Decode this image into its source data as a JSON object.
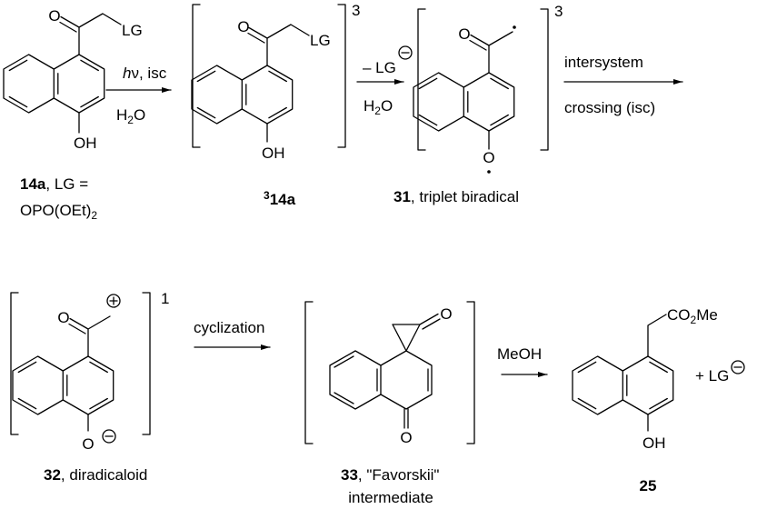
{
  "atoms": {
    "O": "O",
    "LG": "LG",
    "OH": "OH"
  },
  "spin": {
    "triplet": "3",
    "singlet": "1"
  },
  "arrows": {
    "step1": {
      "line1_italic": "h",
      "line1_rest": "ν, isc",
      "line2_main": "H",
      "line2_sub": "2",
      "line2_end": "O"
    },
    "step2": {
      "line1": "– LG",
      "line2_main": "H",
      "line2_sub": "2",
      "line2_end": "O"
    },
    "step3": {
      "line1": "intersystem",
      "line2": "crossing (isc)"
    },
    "step4": {
      "line1": "cyclization"
    },
    "step5": {
      "line1": "MeOH"
    }
  },
  "compounds": {
    "c14a": {
      "id": "14a",
      "rest": ", LG =",
      "lg_main": "OPO(OEt)",
      "lg_sub": "2"
    },
    "c314a": {
      "sup": "3",
      "id": "14a"
    },
    "c31": {
      "id": "31",
      "rest": ", triplet biradical"
    },
    "c32": {
      "id": "32",
      "rest": ", diradicaloid"
    },
    "c33": {
      "id": "33",
      "rest": ", \"Favorskii\"",
      "line2": "intermediate"
    },
    "c25": {
      "id": "25",
      "ester_main": "CO",
      "ester_sub": "2",
      "ester_end": "Me"
    }
  },
  "byproduct": {
    "text": "+ LG"
  }
}
